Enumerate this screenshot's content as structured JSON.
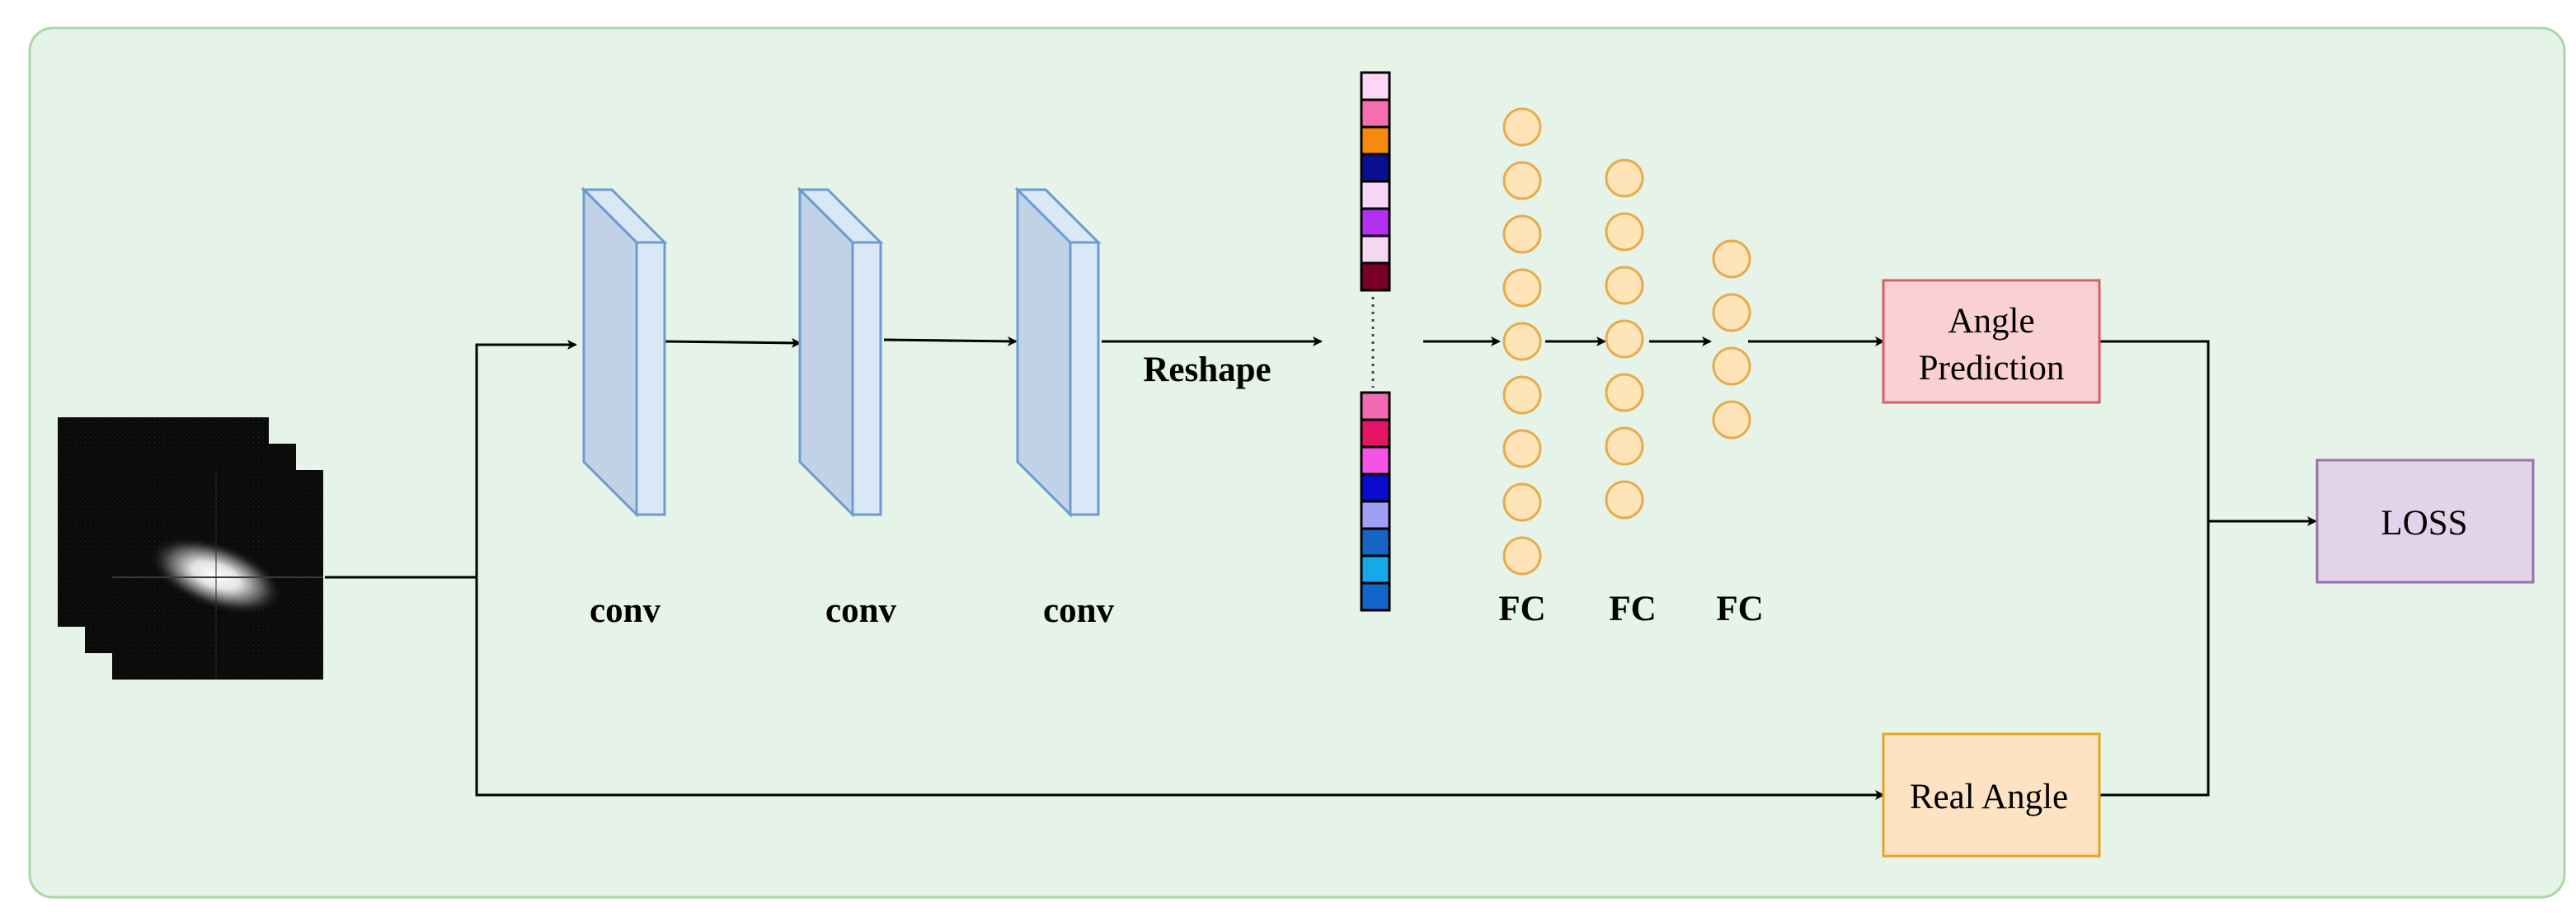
{
  "diagram": {
    "background_color": "#e6f3e8",
    "background_border": "#a9d8a4",
    "labels": {
      "conv_1": "conv",
      "conv_2": "conv",
      "conv_3": "conv",
      "reshape": "Reshape",
      "fc_1": "FC",
      "fc_2": "FC",
      "fc_3": "FC"
    },
    "boxes": {
      "angle_prediction": {
        "line1": "Angle",
        "line2": "Prediction",
        "fill": "#fad1d3",
        "stroke": "#d65f63"
      },
      "real_angle": {
        "label": "Real Angle",
        "fill": "#fde3c3",
        "stroke": "#e9a124"
      },
      "loss": {
        "label": "LOSS",
        "fill": "#e3d3ea",
        "stroke": "#9b71ad"
      }
    },
    "conv_block": {
      "front_fill": "#c2d2e6",
      "side_fill": "#d9e8f7",
      "stroke": "#6d9bd0"
    },
    "vector_top_colors": [
      "#fbd7f5",
      "#f56fb0",
      "#f58a0c",
      "#0a0f8e",
      "#f7d5f4",
      "#b32ff2",
      "#f6d7f2",
      "#7a0028"
    ],
    "vector_bottom_colors": [
      "#f169b2",
      "#e31565",
      "#f454e5",
      "#0b0bd0",
      "#9e9ff5",
      "#1664c4",
      "#16a9ea",
      "#1266c9"
    ],
    "fc_layer_node_counts": [
      9,
      7,
      4
    ],
    "neuron_fill": "#ffe4b8",
    "neuron_stroke": "#e6ac4d"
  }
}
